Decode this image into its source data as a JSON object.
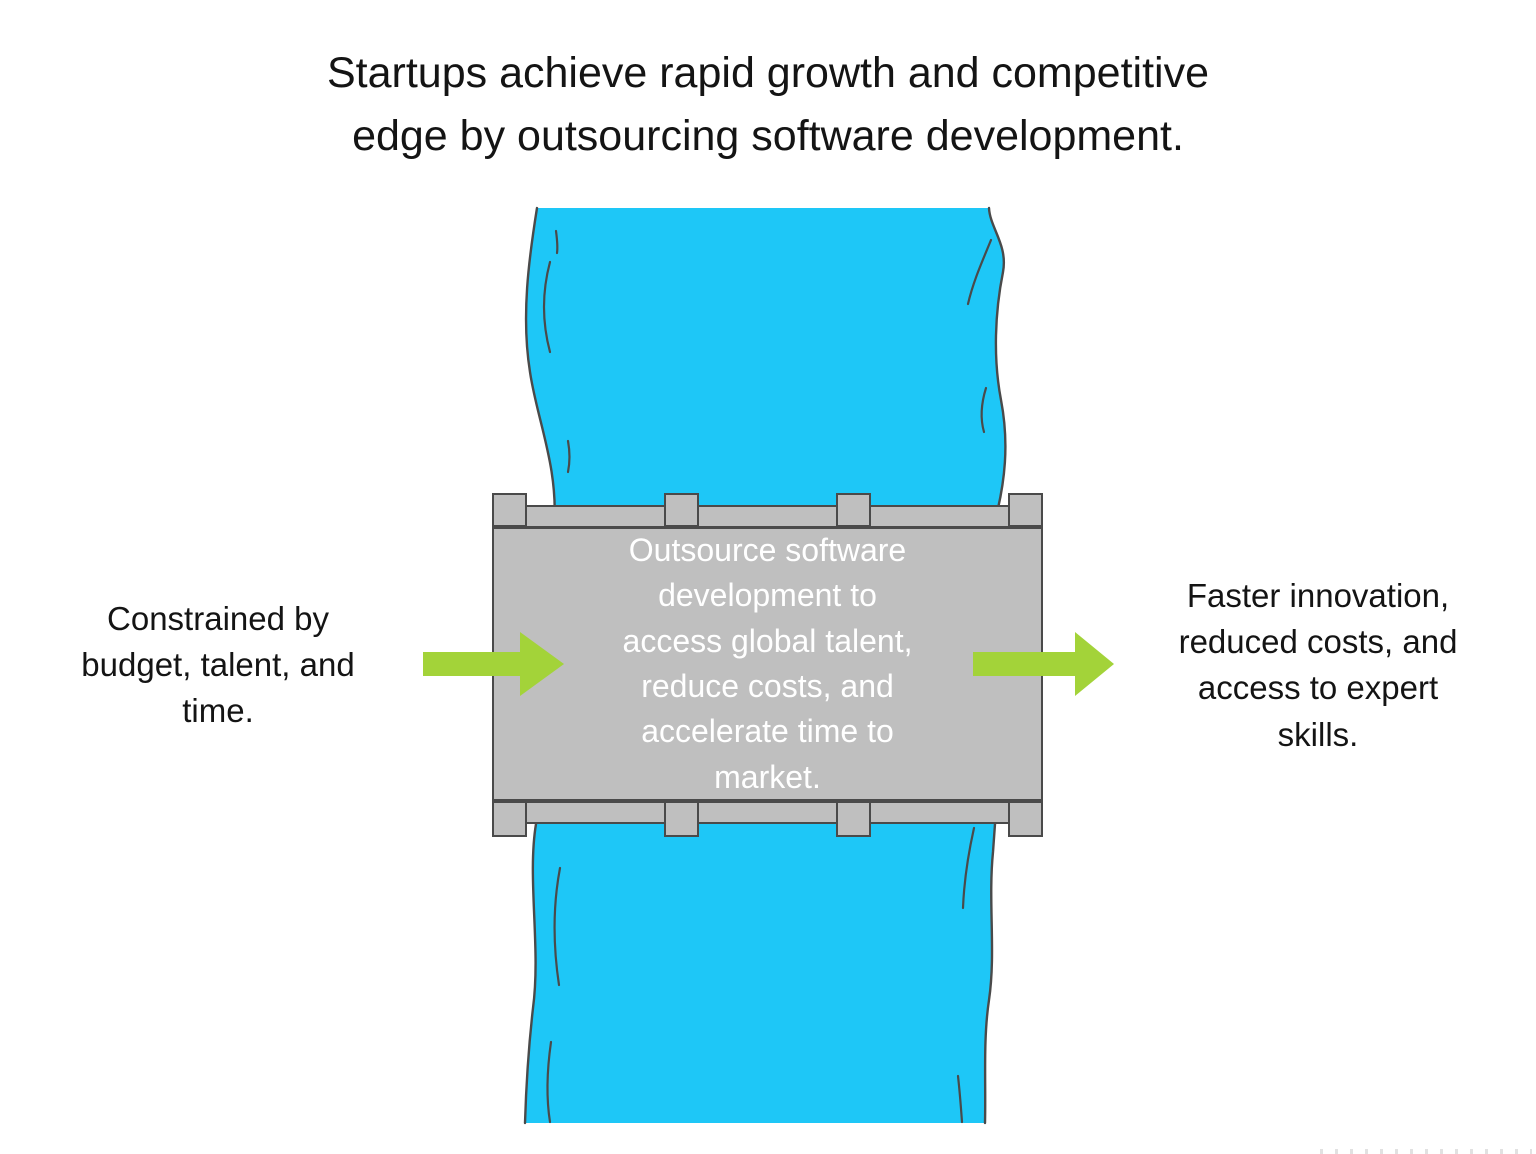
{
  "title": {
    "text": "Startups achieve rapid growth and competitive\nedge by outsourcing software development."
  },
  "flow": {
    "input_label": "Constrained by\nbudget, talent, and\ntime.",
    "process_label": "Outsource software\ndevelopment to\naccess global talent,\nreduce costs, and\naccelerate time to\nmarket.",
    "output_label": "Faster innovation,\nreduced costs, and\naccess to expert\nskills."
  },
  "colors": {
    "river": "#1EC7F7",
    "arrow": "#A3D339",
    "bridge_fill": "#BFBFBF",
    "bridge_border": "#4A4A4A",
    "text_dark": "#141414",
    "text_light": "#FFFFFF"
  }
}
